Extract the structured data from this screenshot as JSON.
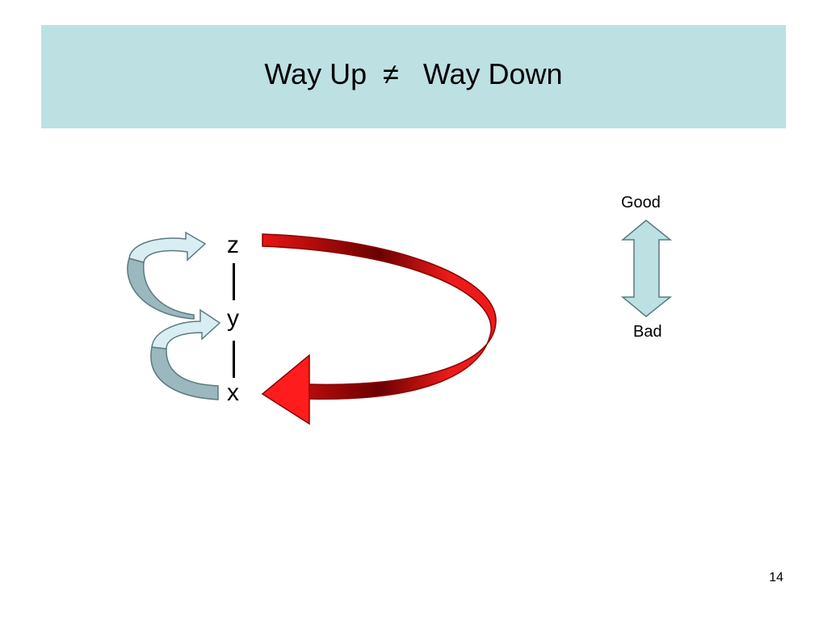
{
  "slide": {
    "title": "Way Up  ≠   Way Down",
    "page_number": "14"
  },
  "levels": {
    "z": "z",
    "y": "y",
    "x": "x"
  },
  "scale": {
    "top_label": "Good",
    "bottom_label": "Bad"
  },
  "colors": {
    "title_bg": "#bde0e3",
    "light_arrow": "#d9eef2",
    "light_arrow_back": "#9ab8bd",
    "red_arrow": "#e81414",
    "dark_red": "#6a0000"
  }
}
